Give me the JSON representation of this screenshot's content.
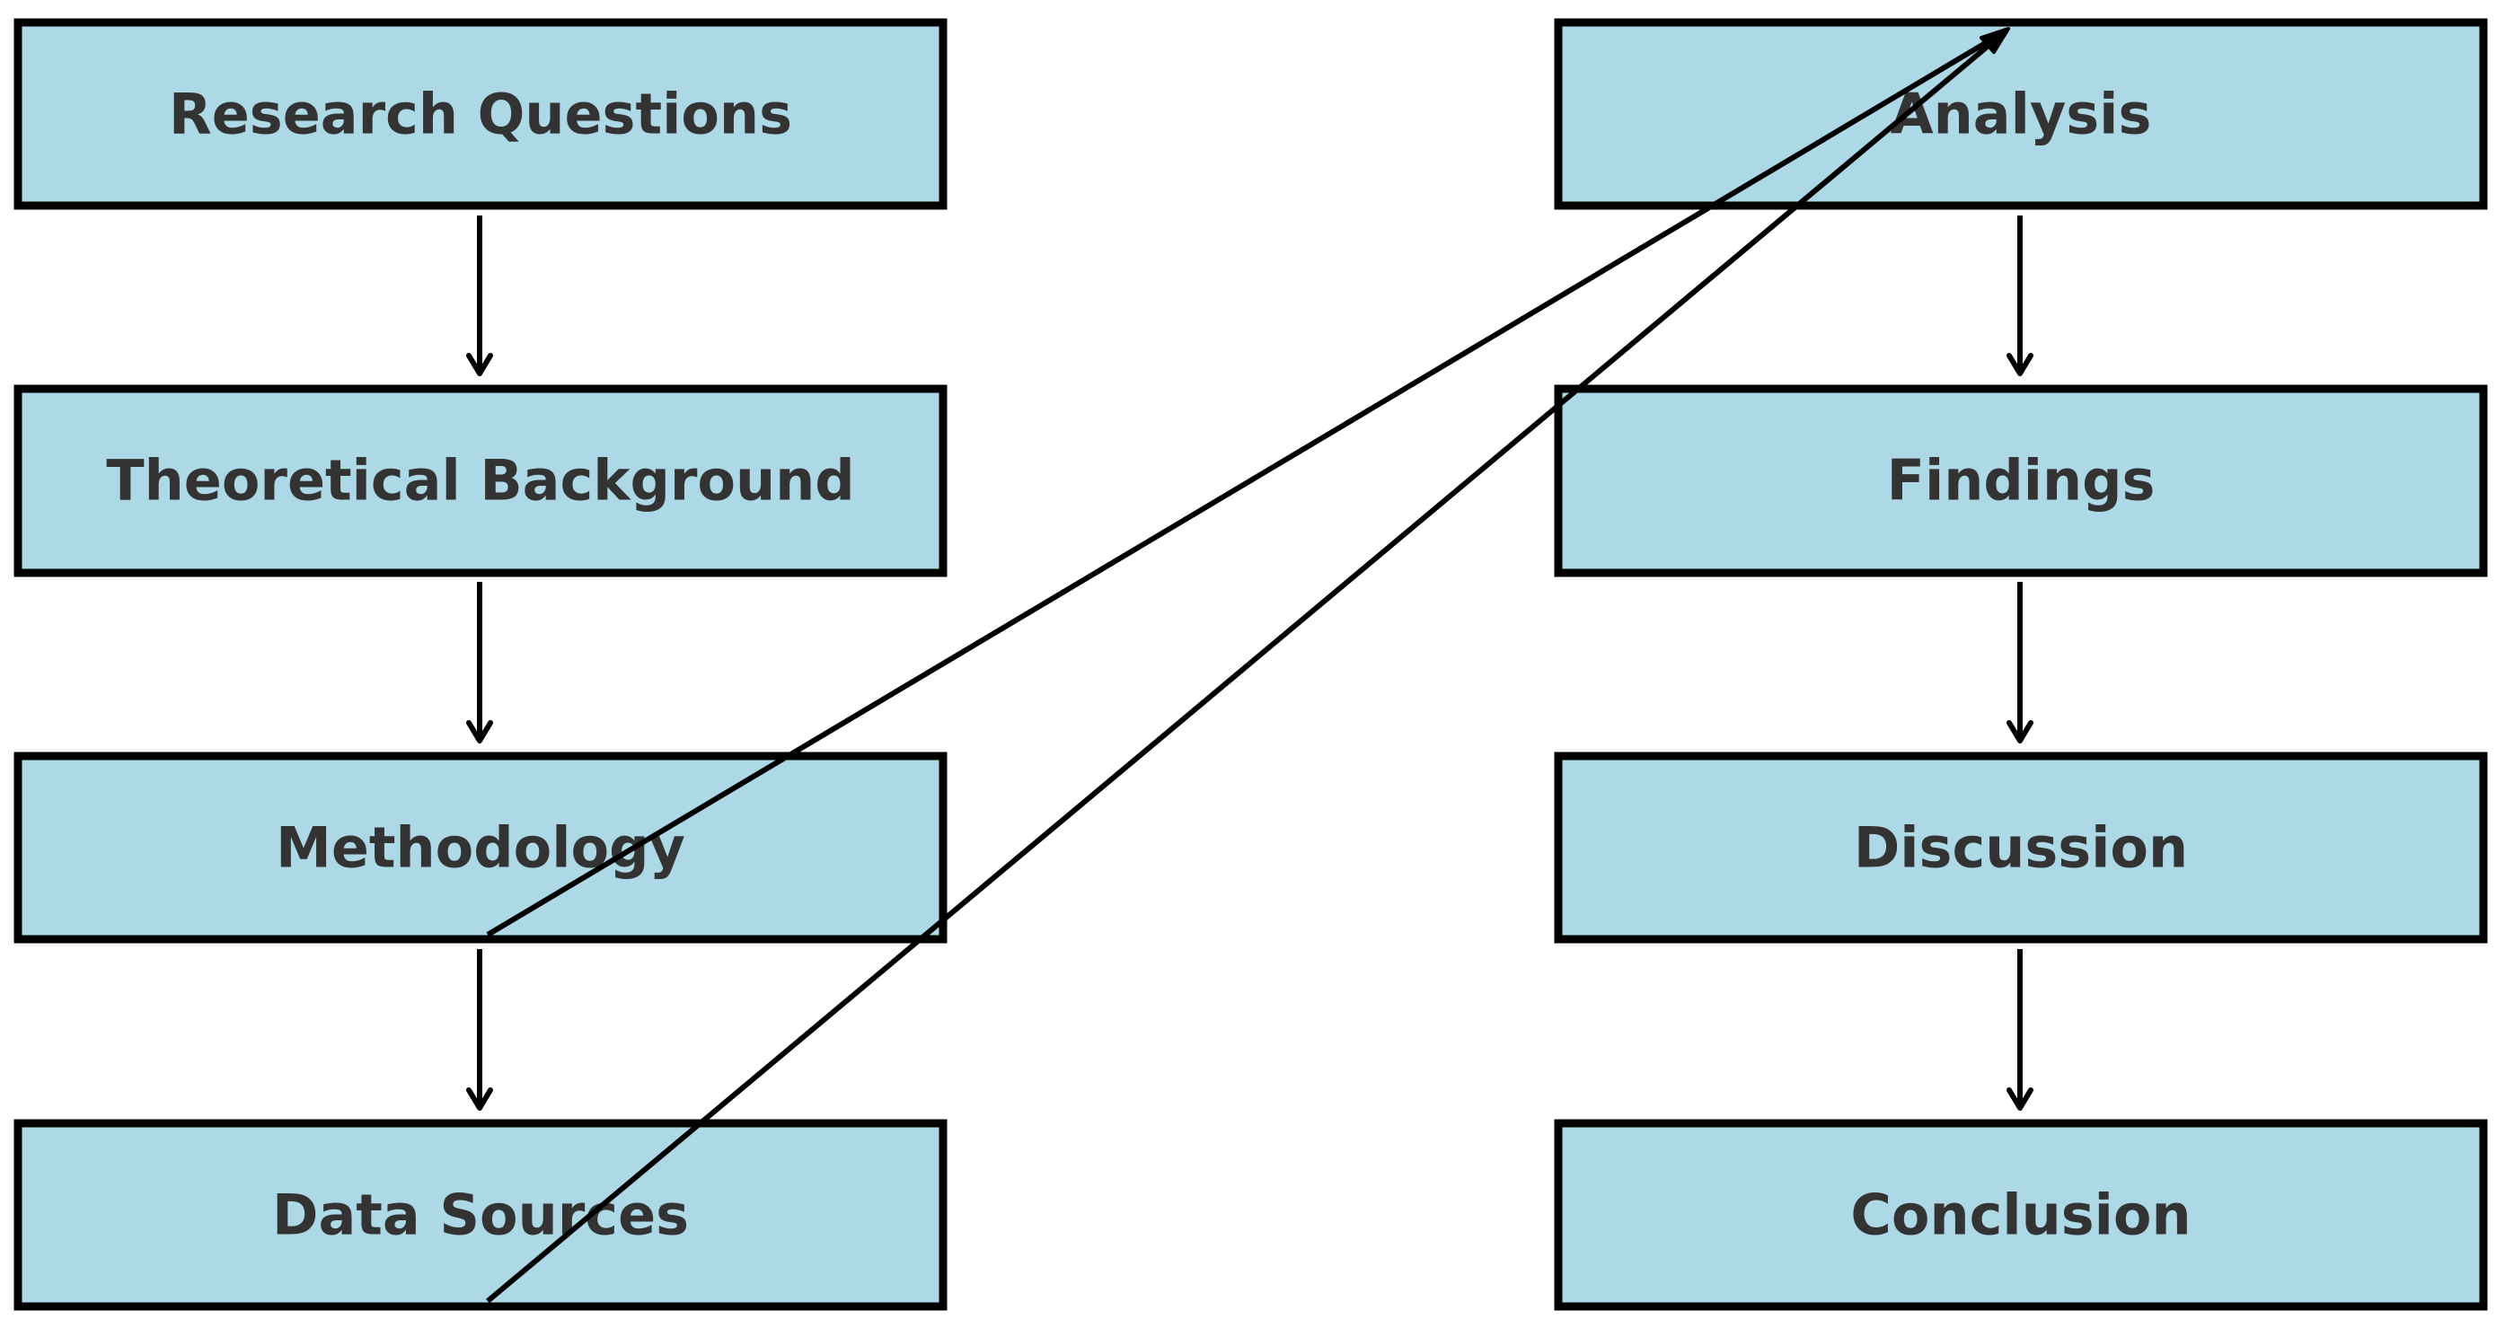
{
  "diagram": {
    "colors": {
      "box_fill": "#add8e6",
      "box_border": "#000000",
      "text": "#333333",
      "arrow": "#000000",
      "background": "#ffffff"
    },
    "nodes": [
      {
        "id": "research-questions",
        "label": "Research Questions"
      },
      {
        "id": "theoretical-background",
        "label": "Theoretical Background"
      },
      {
        "id": "methodology",
        "label": "Methodology"
      },
      {
        "id": "data-sources",
        "label": "Data Sources"
      },
      {
        "id": "analysis",
        "label": "Analysis"
      },
      {
        "id": "findings",
        "label": "Findings"
      },
      {
        "id": "discussion",
        "label": "Discussion"
      },
      {
        "id": "conclusion",
        "label": "Conclusion"
      }
    ],
    "edges": [
      {
        "from": "research-questions",
        "to": "theoretical-background"
      },
      {
        "from": "theoretical-background",
        "to": "methodology"
      },
      {
        "from": "methodology",
        "to": "data-sources"
      },
      {
        "from": "analysis",
        "to": "findings"
      },
      {
        "from": "findings",
        "to": "discussion"
      },
      {
        "from": "discussion",
        "to": "conclusion"
      },
      {
        "from": "methodology",
        "to": "analysis"
      },
      {
        "from": "data-sources",
        "to": "analysis"
      }
    ]
  }
}
